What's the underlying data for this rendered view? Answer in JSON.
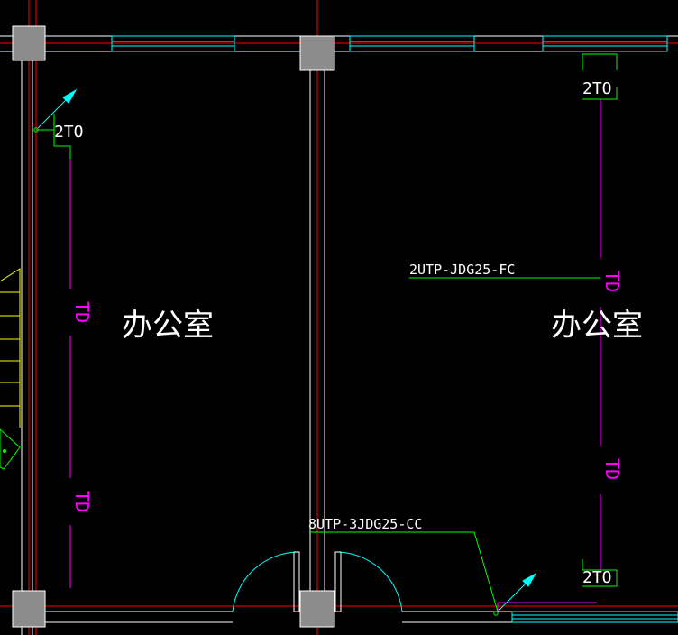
{
  "drawing": {
    "colors": {
      "background": "#000000",
      "axis": "#ff0000",
      "wall": "#ffffff",
      "window": "#00ffff",
      "column_fill": "#8c8c8c",
      "cable": "#ff00ff",
      "leader": "#00ff00",
      "stair": "#ffff00",
      "text": "#ffffff",
      "arrow": "#00ffff"
    },
    "rooms": [
      {
        "name": "办公室"
      },
      {
        "name": "办公室"
      }
    ],
    "outlets": [
      {
        "label": "2TO"
      },
      {
        "label": "2TO"
      },
      {
        "label": "2TO"
      }
    ],
    "cable_labels": [
      {
        "text": "TD"
      },
      {
        "text": "TD"
      },
      {
        "text": "TD"
      },
      {
        "text": "TD"
      }
    ],
    "annotations": [
      {
        "text": "2UTP-JDG25-FC"
      },
      {
        "text": "8UTP-3JDG25-CC"
      }
    ]
  }
}
